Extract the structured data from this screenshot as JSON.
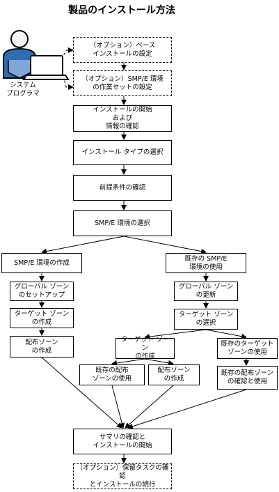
{
  "title": "製品のインストール方法",
  "actor": {
    "label": "システム\nプログラマ",
    "icon": "user-at-computer-icon"
  },
  "steps": {
    "optional_base_install": "（オプション）ベース\nインストールの設定",
    "optional_smpe_env": "（オプション）SMP/E 環境\nの作業セットの設定",
    "start_install": "インストールの開始\nおよび\n情報の確認",
    "select_install_type": "インストール タイプの選択",
    "check_prereqs": "前提条件の確認",
    "select_smpe": "SMP/E 環境の選択",
    "create_smpe": "SMP/E 環境の作成",
    "use_existing_smpe": "既存の SMP/E\n環境の使用",
    "setup_global_zone": "グローバル ゾーン\nのセットアップ",
    "update_global_zone": "グローバル ゾーン\nの更新",
    "create_target_zone_left": "ターゲット ゾーン\nの作成",
    "select_target_zone": "ターゲット ゾーン\nの選択",
    "create_dist_zone_left": "配布ゾーン\nの作成",
    "create_target_zone_right": "ターゲット ゾーン\nの作成",
    "use_existing_target_zone": "既存のターゲット\nゾーンの使用",
    "use_existing_dist_zone": "既存の配布\nゾーンの使用",
    "create_dist_zone_right": "配布ゾーン\nの作成",
    "check_use_existing_dist_zone": "既存の配布ゾーン\nの確認と使用",
    "summary_start": "サマリの確認と\nインストールの開始",
    "optional_pending_tasks": "（オプション）保留タスクの確認\nとインストールの続行"
  }
}
